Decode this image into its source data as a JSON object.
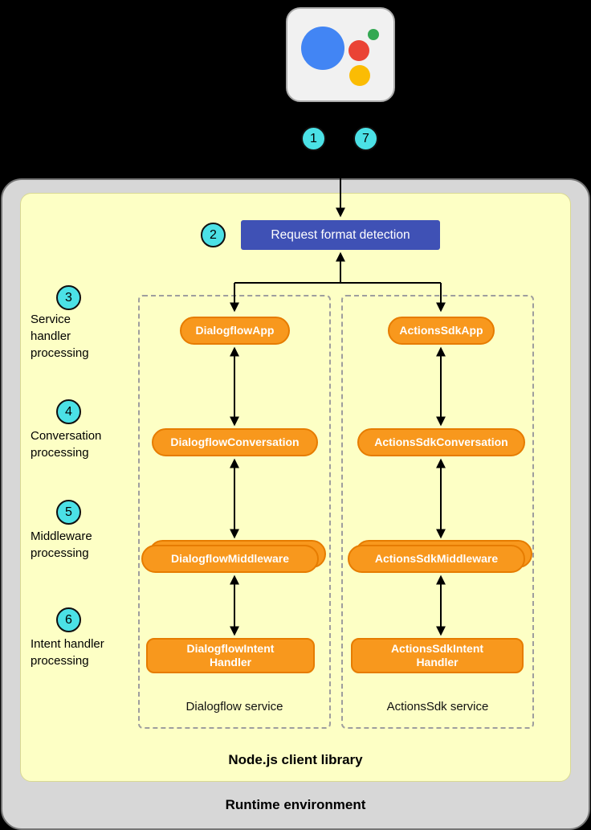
{
  "colors": {
    "step_circle": "#4BE1E6",
    "request_box": "#3F51B5",
    "component_fill": "#F8981D",
    "component_border": "#E67C00",
    "client_library_bg": "#FDFFC5",
    "runtime_bg": "#D7D7D7",
    "logo_blue": "#4285F4",
    "logo_red": "#EA4335",
    "logo_green": "#34A853",
    "logo_yellow": "#FBBC04"
  },
  "flow_steps": {
    "one": "1",
    "seven": "7",
    "two": "2"
  },
  "side_steps": [
    {
      "num": "3",
      "lines": [
        "Service",
        "handler",
        "processing"
      ]
    },
    {
      "num": "4",
      "lines": [
        "Conversation",
        "processing"
      ]
    },
    {
      "num": "5",
      "lines": [
        "Middleware",
        "processing"
      ]
    },
    {
      "num": "6",
      "lines": [
        "Intent handler",
        "processing"
      ]
    }
  ],
  "request_format_label": "Request format detection",
  "dialogflow": {
    "app": "DialogflowApp",
    "conversation": "DialogflowConversation",
    "middleware": "DialogflowMiddleware",
    "intent_lines": [
      "DialogflowIntent",
      "Handler"
    ],
    "caption": "Dialogflow service"
  },
  "actionssdk": {
    "app": "ActionsSdkApp",
    "conversation": "ActionsSdkConversation",
    "middleware": "ActionsSdkMiddleware",
    "intent_lines": [
      "ActionsSdkIntent",
      "Handler"
    ],
    "caption": "ActionsSdk service"
  },
  "containers": {
    "client_library": "Node.js client library",
    "runtime": "Runtime environment"
  }
}
